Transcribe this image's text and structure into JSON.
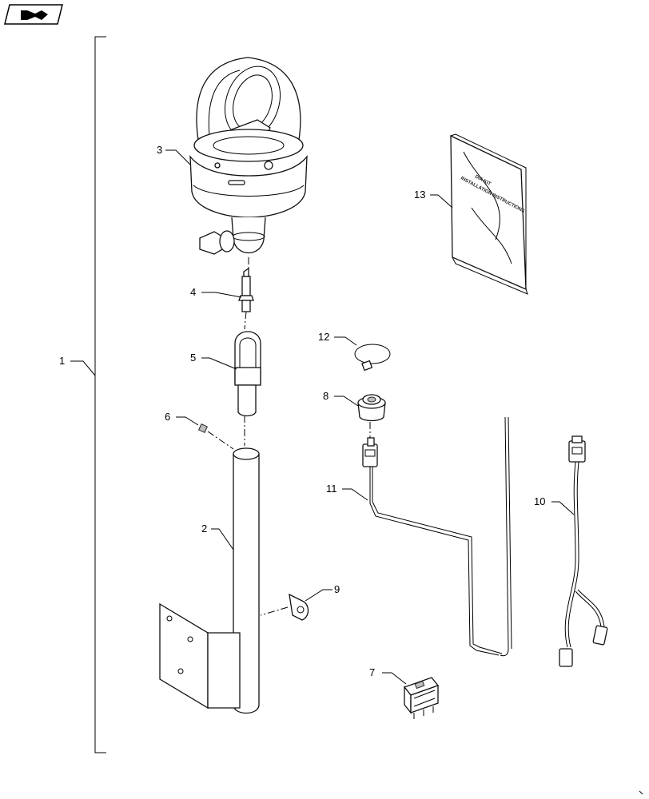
{
  "page": {
    "nav_icon": "next-page-arrow-icon"
  },
  "callouts": {
    "c1": "1",
    "c2": "2",
    "c3": "3",
    "c4": "4",
    "c5": "5",
    "c6": "6",
    "c7": "7",
    "c8": "8",
    "c9": "9",
    "c10": "10",
    "c11": "11",
    "c12": "12",
    "c13": "13"
  },
  "manual": {
    "line1": "DIA KIT",
    "line2": "INSTALLATION INSTRUCTIONS"
  },
  "colors": {
    "line": "#000000",
    "background": "#ffffff"
  }
}
